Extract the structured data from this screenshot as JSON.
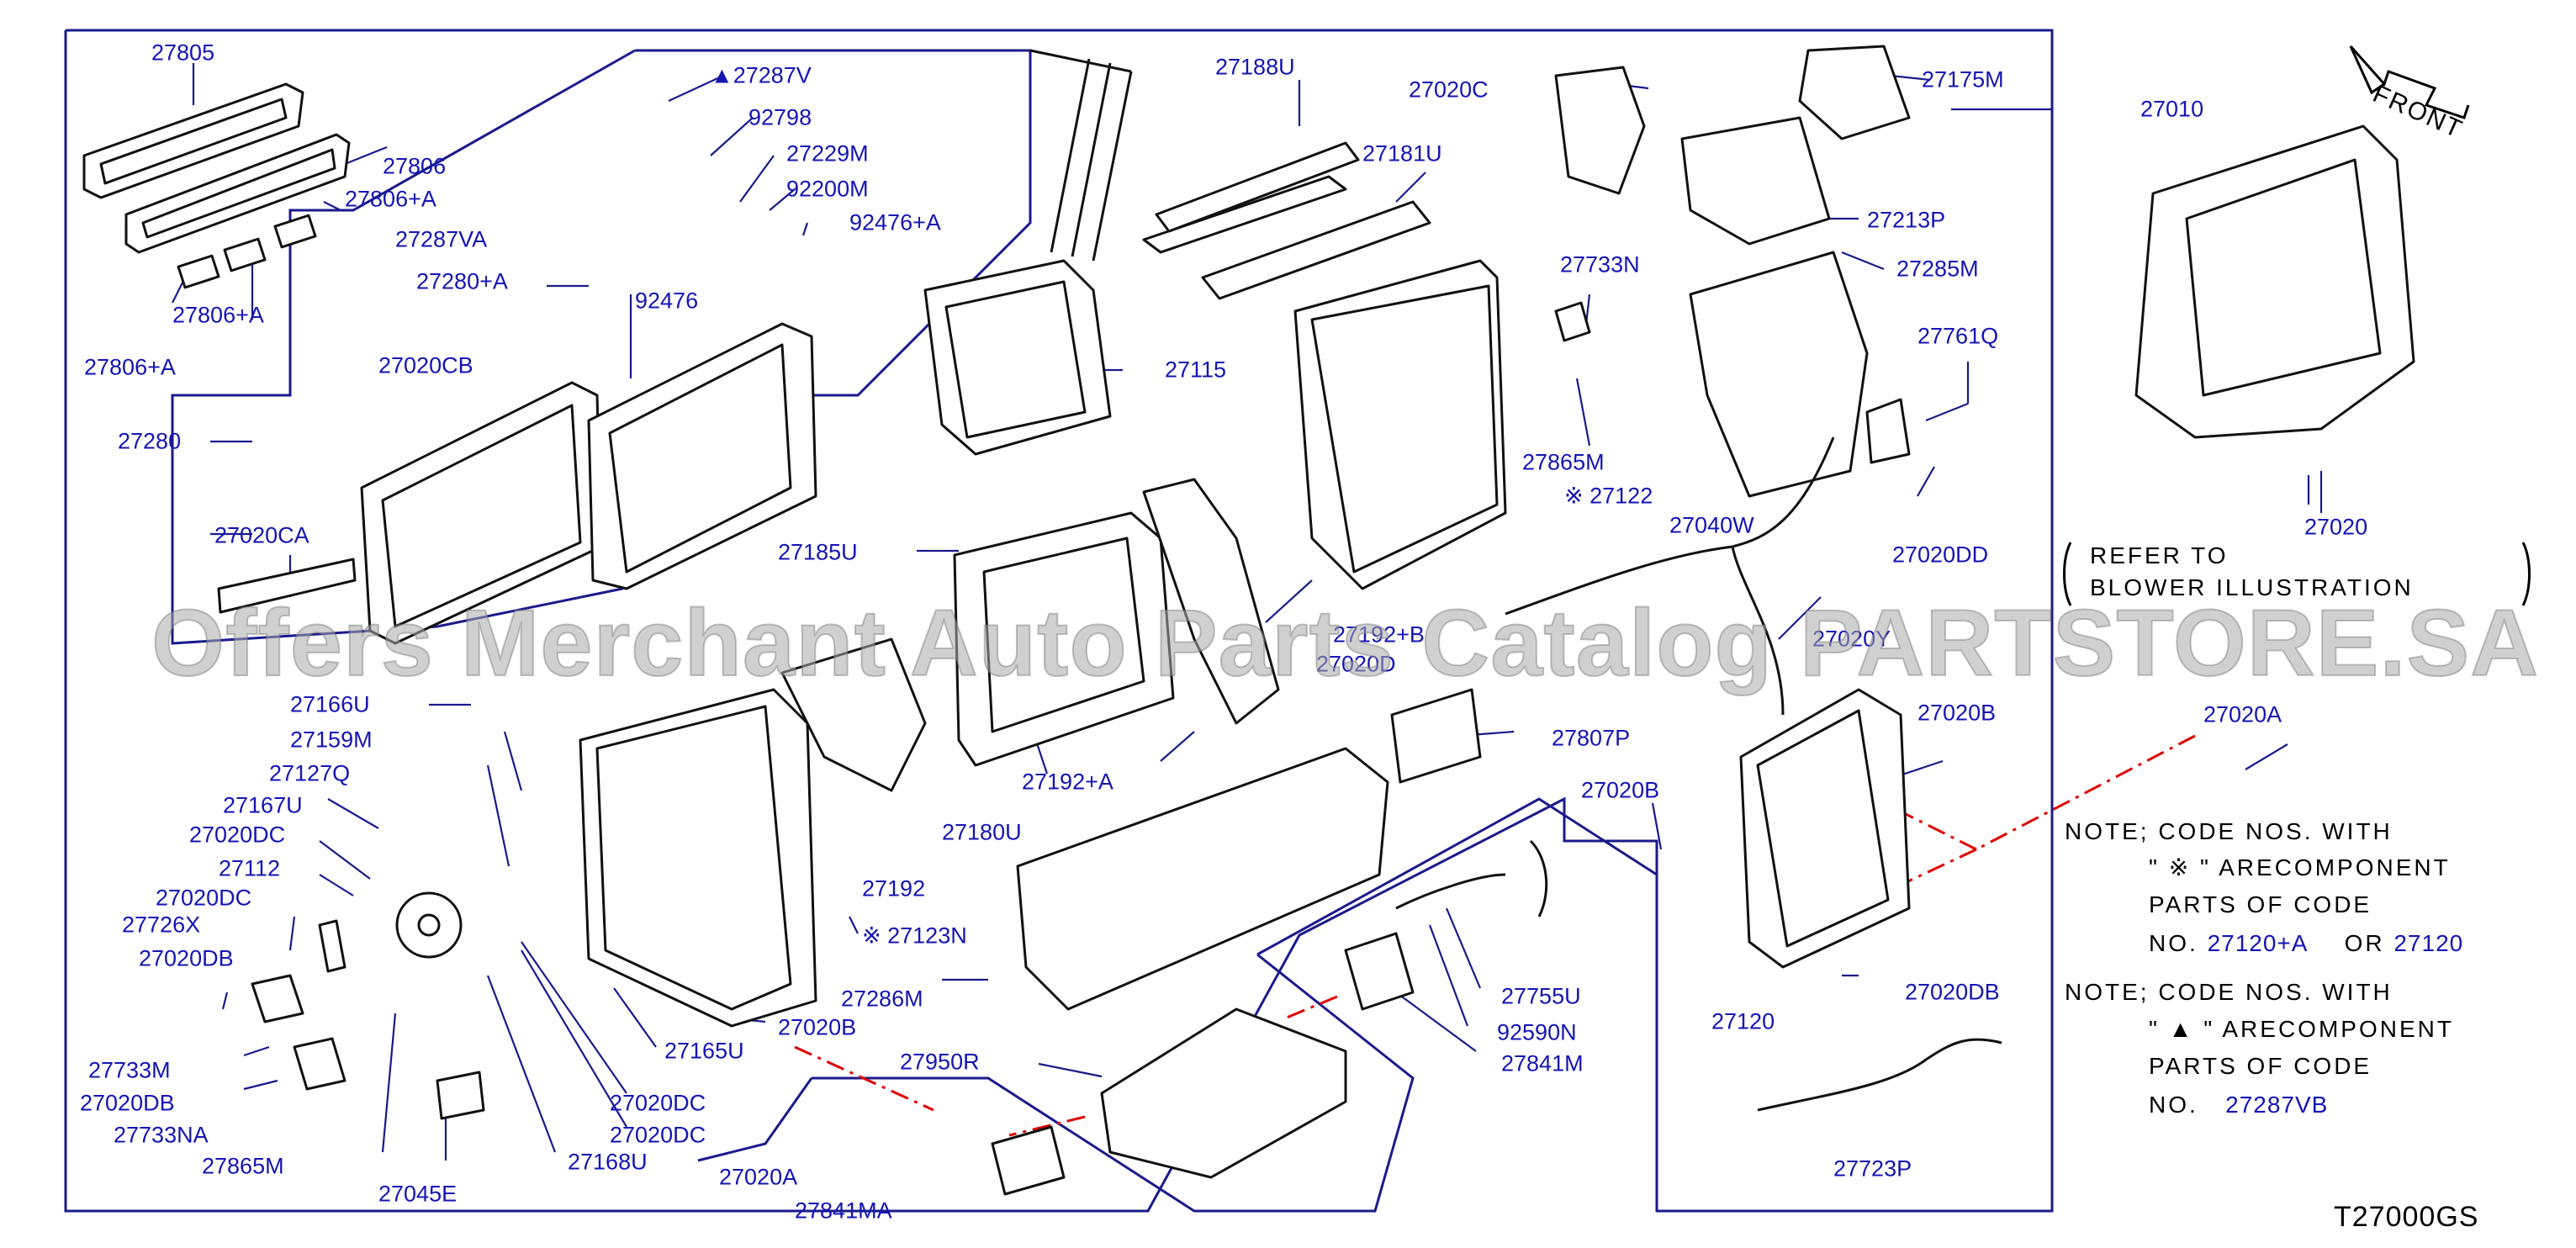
{
  "diagram": {
    "code": "T27000GS",
    "front_label": "FRONT",
    "watermark": "Offers Merchant Auto Parts Catalog PARTSTORE.SA",
    "refer_text": "REFER TO\nBLOWER ILLUSTRATION",
    "note1_lines": [
      "NOTE; CODE NOS. WITH",
      "\" ※ \" ARECOMPONENT",
      "PARTS OF CODE"
    ],
    "note1_code": "NO.",
    "note1_a": "27120+A",
    "note1_or": "OR",
    "note1_b": "27120",
    "note2_lines": [
      "NOTE; CODE NOS. WITH",
      "\" ▲ \" ARECOMPONENT",
      "PARTS OF CODE"
    ],
    "note2_code": "NO.",
    "note2_a": "27287VB"
  },
  "labels": [
    {
      "text": "27805"
    },
    {
      "text": "27806"
    },
    {
      "text": "27806+A"
    },
    {
      "text": "27806+A"
    },
    {
      "text": "27806+A"
    },
    {
      "text": "27287VA"
    },
    {
      "text": "▲27287V"
    },
    {
      "text": "92798"
    },
    {
      "text": "27229M"
    },
    {
      "text": "92200M"
    },
    {
      "text": "92476+A"
    },
    {
      "text": "27280+A"
    },
    {
      "text": "92476"
    },
    {
      "text": "27020CB"
    },
    {
      "text": "27280"
    },
    {
      "text": "27020CA"
    },
    {
      "text": "27188U"
    },
    {
      "text": "27181U"
    },
    {
      "text": "27020C"
    },
    {
      "text": "27175M"
    },
    {
      "text": "27010"
    },
    {
      "text": "27213P"
    },
    {
      "text": "27285M"
    },
    {
      "text": "27733N"
    },
    {
      "text": "27761Q"
    },
    {
      "text": "27115"
    },
    {
      "text": "27865M"
    },
    {
      "text": "※ 27122"
    },
    {
      "text": "27040W"
    },
    {
      "text": "27020DD"
    },
    {
      "text": "27020"
    },
    {
      "text": "27185U"
    },
    {
      "text": "27192+B"
    },
    {
      "text": "27020D"
    },
    {
      "text": "27020Y"
    },
    {
      "text": "27166U"
    },
    {
      "text": "27159M"
    },
    {
      "text": "27127Q"
    },
    {
      "text": "27167U"
    },
    {
      "text": "27020DC"
    },
    {
      "text": "27112"
    },
    {
      "text": "27020DC"
    },
    {
      "text": "27726X"
    },
    {
      "text": "27020DB"
    },
    {
      "text": "27733M"
    },
    {
      "text": "27020DB"
    },
    {
      "text": "27733NA"
    },
    {
      "text": "27865M"
    },
    {
      "text": "27045E"
    },
    {
      "text": "27168U"
    },
    {
      "text": "27020DC"
    },
    {
      "text": "27020DC"
    },
    {
      "text": "27165U"
    },
    {
      "text": "27020B"
    },
    {
      "text": "※ 27123N"
    },
    {
      "text": "27192"
    },
    {
      "text": "27180U"
    },
    {
      "text": "27192+A"
    },
    {
      "text": "27807P"
    },
    {
      "text": "27020B"
    },
    {
      "text": "27020B"
    },
    {
      "text": "27020A"
    },
    {
      "text": "27286M"
    },
    {
      "text": "27950R"
    },
    {
      "text": "27755U"
    },
    {
      "text": "92590N"
    },
    {
      "text": "27841M"
    },
    {
      "text": "27120"
    },
    {
      "text": "27020DB"
    },
    {
      "text": "27723P"
    },
    {
      "text": "27020A"
    },
    {
      "text": "27841MA"
    }
  ]
}
